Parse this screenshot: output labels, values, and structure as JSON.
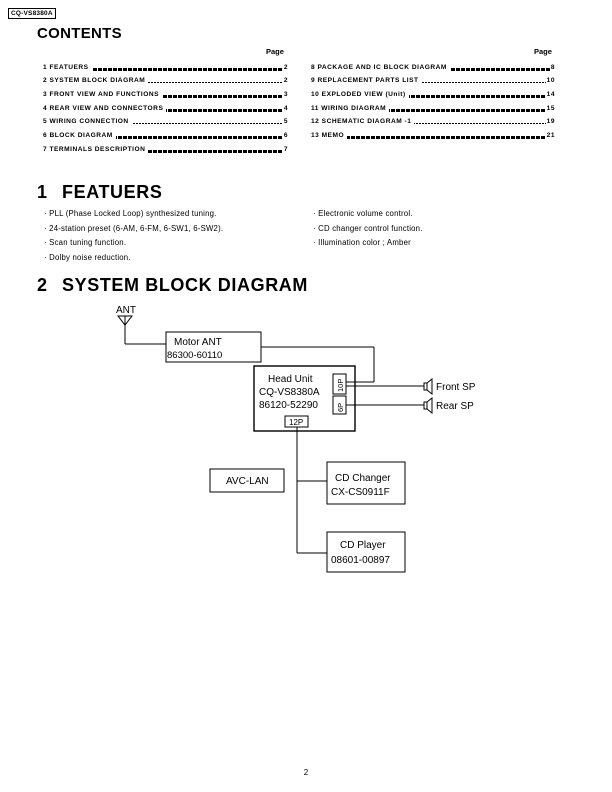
{
  "header": {
    "model_tag": "CQ-VS8380A"
  },
  "contents": {
    "title": "CONTENTS",
    "page_label": "Page",
    "left": [
      {
        "label": "1 FEATUERS",
        "page": "2"
      },
      {
        "label": "2 SYSTEM BLOCK DIAGRAM",
        "page": "2"
      },
      {
        "label": "3 FRONT VIEW AND FUNCTIONS",
        "page": "3"
      },
      {
        "label": "4 REAR VIEW AND CONNECTORS",
        "page": "4"
      },
      {
        "label": "5 WIRING CONNECTION",
        "page": "5"
      },
      {
        "label": "6 BLOCK DIAGRAM",
        "page": "6"
      },
      {
        "label": "7 TERMINALS DESCRIPTION",
        "page": "7"
      }
    ],
    "right": [
      {
        "label": "8 PACKAGE AND IC BLOCK DIAGRAM",
        "page": "8"
      },
      {
        "label": "9 REPLACEMENT PARTS LIST",
        "page": "10"
      },
      {
        "label": "10 EXPLODED VIEW (Unit)",
        "page": "14"
      },
      {
        "label": "11 WIRING DIAGRAM",
        "page": "15"
      },
      {
        "label": "12 SCHEMATIC DIAGRAM -1",
        "page": "19"
      },
      {
        "label": "13 MEMO",
        "page": "21"
      }
    ]
  },
  "features": {
    "num": "1",
    "title": "FEATUERS",
    "left": [
      "· PLL (Phase Locked Loop) synthesized tuning.",
      "· 24-station preset (6-AM, 6-FM, 6-SW1, 6-SW2).",
      "· Scan tuning function.",
      "· Dolby noise reduction."
    ],
    "right": [
      "· Electronic volume control.",
      "· CD changer control function.",
      "· Illumination color ; Amber"
    ]
  },
  "system": {
    "num": "2",
    "title": "SYSTEM BLOCK DIAGRAM",
    "ant": "ANT",
    "motor_ant": {
      "line1": "Motor ANT",
      "line2": "86300-60110"
    },
    "head_unit": {
      "line1": "Head Unit",
      "line2": "CQ-VS8380A",
      "line3": "86120-52290"
    },
    "conn_10p": "10P",
    "conn_6p": "6P",
    "conn_12p": "12P",
    "front_sp": "Front SP",
    "rear_sp": "Rear SP",
    "avc_lan": "AVC-LAN",
    "cd_changer": {
      "line1": "CD Changer",
      "line2": "CX-CS0911F"
    },
    "cd_player": {
      "line1": "CD Player",
      "line2": "08601-00897"
    }
  },
  "footer": {
    "page_number": "2"
  }
}
